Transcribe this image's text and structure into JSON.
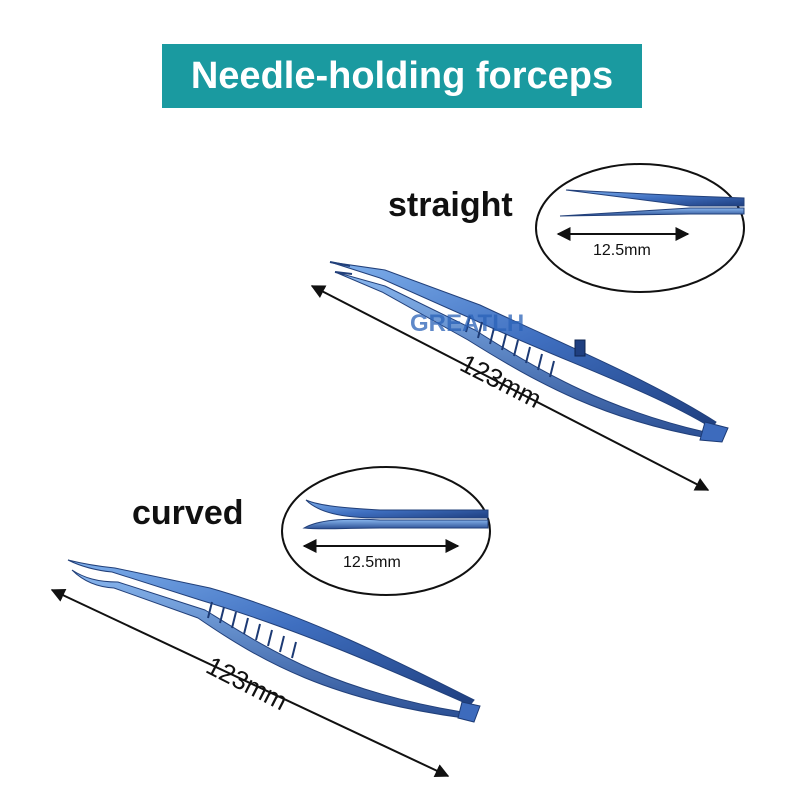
{
  "title": "Needle-holding forceps",
  "watermark": "GREATLH",
  "colors": {
    "banner": "#1a9aa0",
    "instrument_dark": "#2c4a8a",
    "instrument_light": "#5c8fd6",
    "watermark": "#2a62b8"
  },
  "variants": [
    {
      "label": "straight",
      "tip_length": "12.5mm",
      "total_length": "123mm"
    },
    {
      "label": "curved",
      "tip_length": "12.5mm",
      "total_length": "123mm"
    }
  ]
}
